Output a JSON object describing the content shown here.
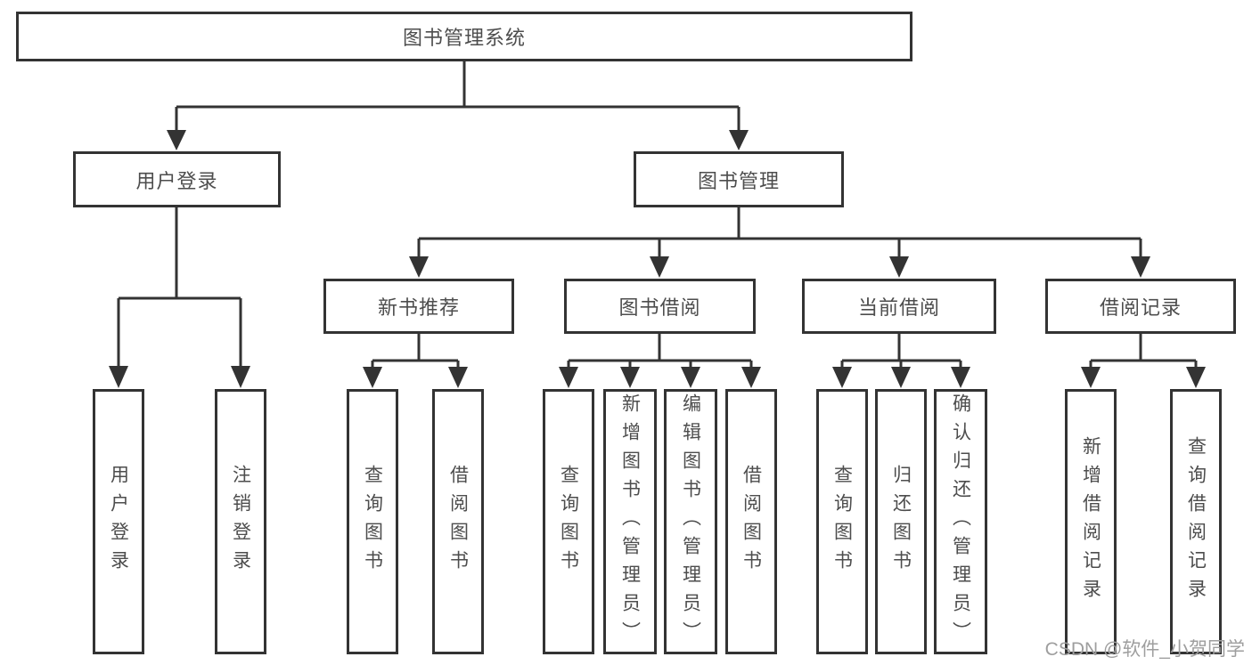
{
  "tree": {
    "root": {
      "label": "图书管理系统"
    },
    "children": [
      {
        "label": "用户登录",
        "children": [
          {
            "label": "用户登录"
          },
          {
            "label": "注销登录"
          }
        ]
      },
      {
        "label": "图书管理",
        "children": [
          {
            "label": "新书推荐",
            "children": [
              {
                "label": "查询图书"
              },
              {
                "label": "借阅图书"
              }
            ]
          },
          {
            "label": "图书借阅",
            "children": [
              {
                "label": "查询图书"
              },
              {
                "label": "新增图书（管理员）"
              },
              {
                "label": "编辑图书（管理员）"
              },
              {
                "label": "借阅图书"
              }
            ]
          },
          {
            "label": "当前借阅",
            "children": [
              {
                "label": "查询图书"
              },
              {
                "label": "归还图书"
              },
              {
                "label": "确认归还（管理员）"
              }
            ]
          },
          {
            "label": "借阅记录",
            "children": [
              {
                "label": "新增借阅记录"
              },
              {
                "label": "查询借阅记录"
              }
            ]
          }
        ]
      }
    ]
  },
  "watermark": {
    "text": "CSDN @软件_小贺同学"
  },
  "colors": {
    "line": "#333333",
    "node_text": "#4d4d4d",
    "watermark": "#9e9e9e",
    "background": "#ffffff"
  }
}
